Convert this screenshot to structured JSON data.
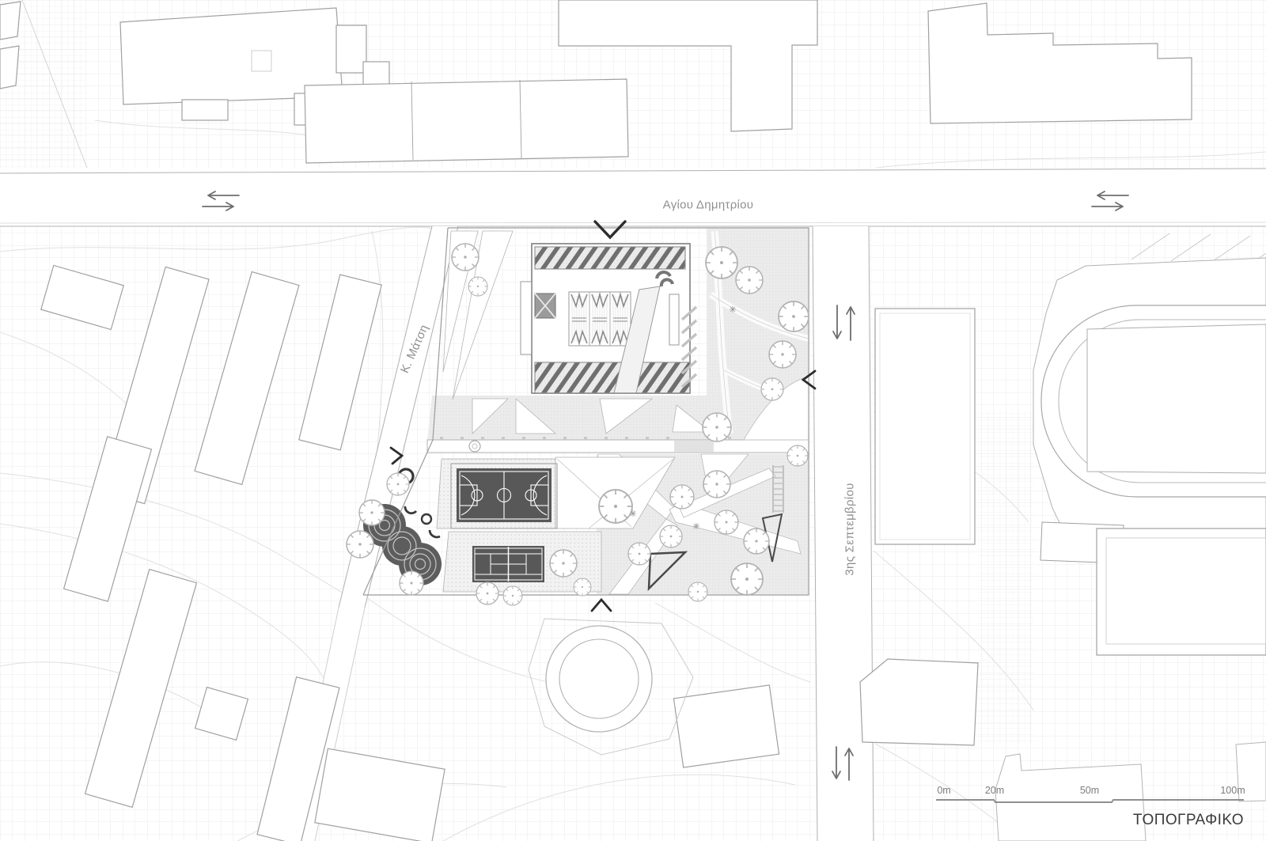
{
  "title": "ΤΟΠΟΓΡΑΦΙΚΟ",
  "streets": {
    "horizontal": "Αγίου Δημητρίου",
    "diagonal": "Κ. Μάτση",
    "vertical": "3ης Σεπτεμβρίου"
  },
  "scale_bar": {
    "labels": [
      "0m",
      "20m",
      "50m",
      "100m"
    ]
  },
  "icons": {
    "two_way_arrows": "double-arrow-left-right",
    "vertical_arrows": "double-arrow-up-down",
    "entrance_chevrons": [
      "chevron-down",
      "chevron-right",
      "chevron-left",
      "chevron-up"
    ],
    "tree": "tree-canopy-icon"
  },
  "colors": {
    "court_fill": "#585858",
    "hatch_stripe": "#6f6f6f",
    "site_tint": "#ececec",
    "building_outline": "#a0a0a0",
    "chevron": "#2d2d2d",
    "street_text": "#8f8f8f",
    "title_text": "#3a3a3a",
    "mound_fill": "#5d5d5d"
  }
}
